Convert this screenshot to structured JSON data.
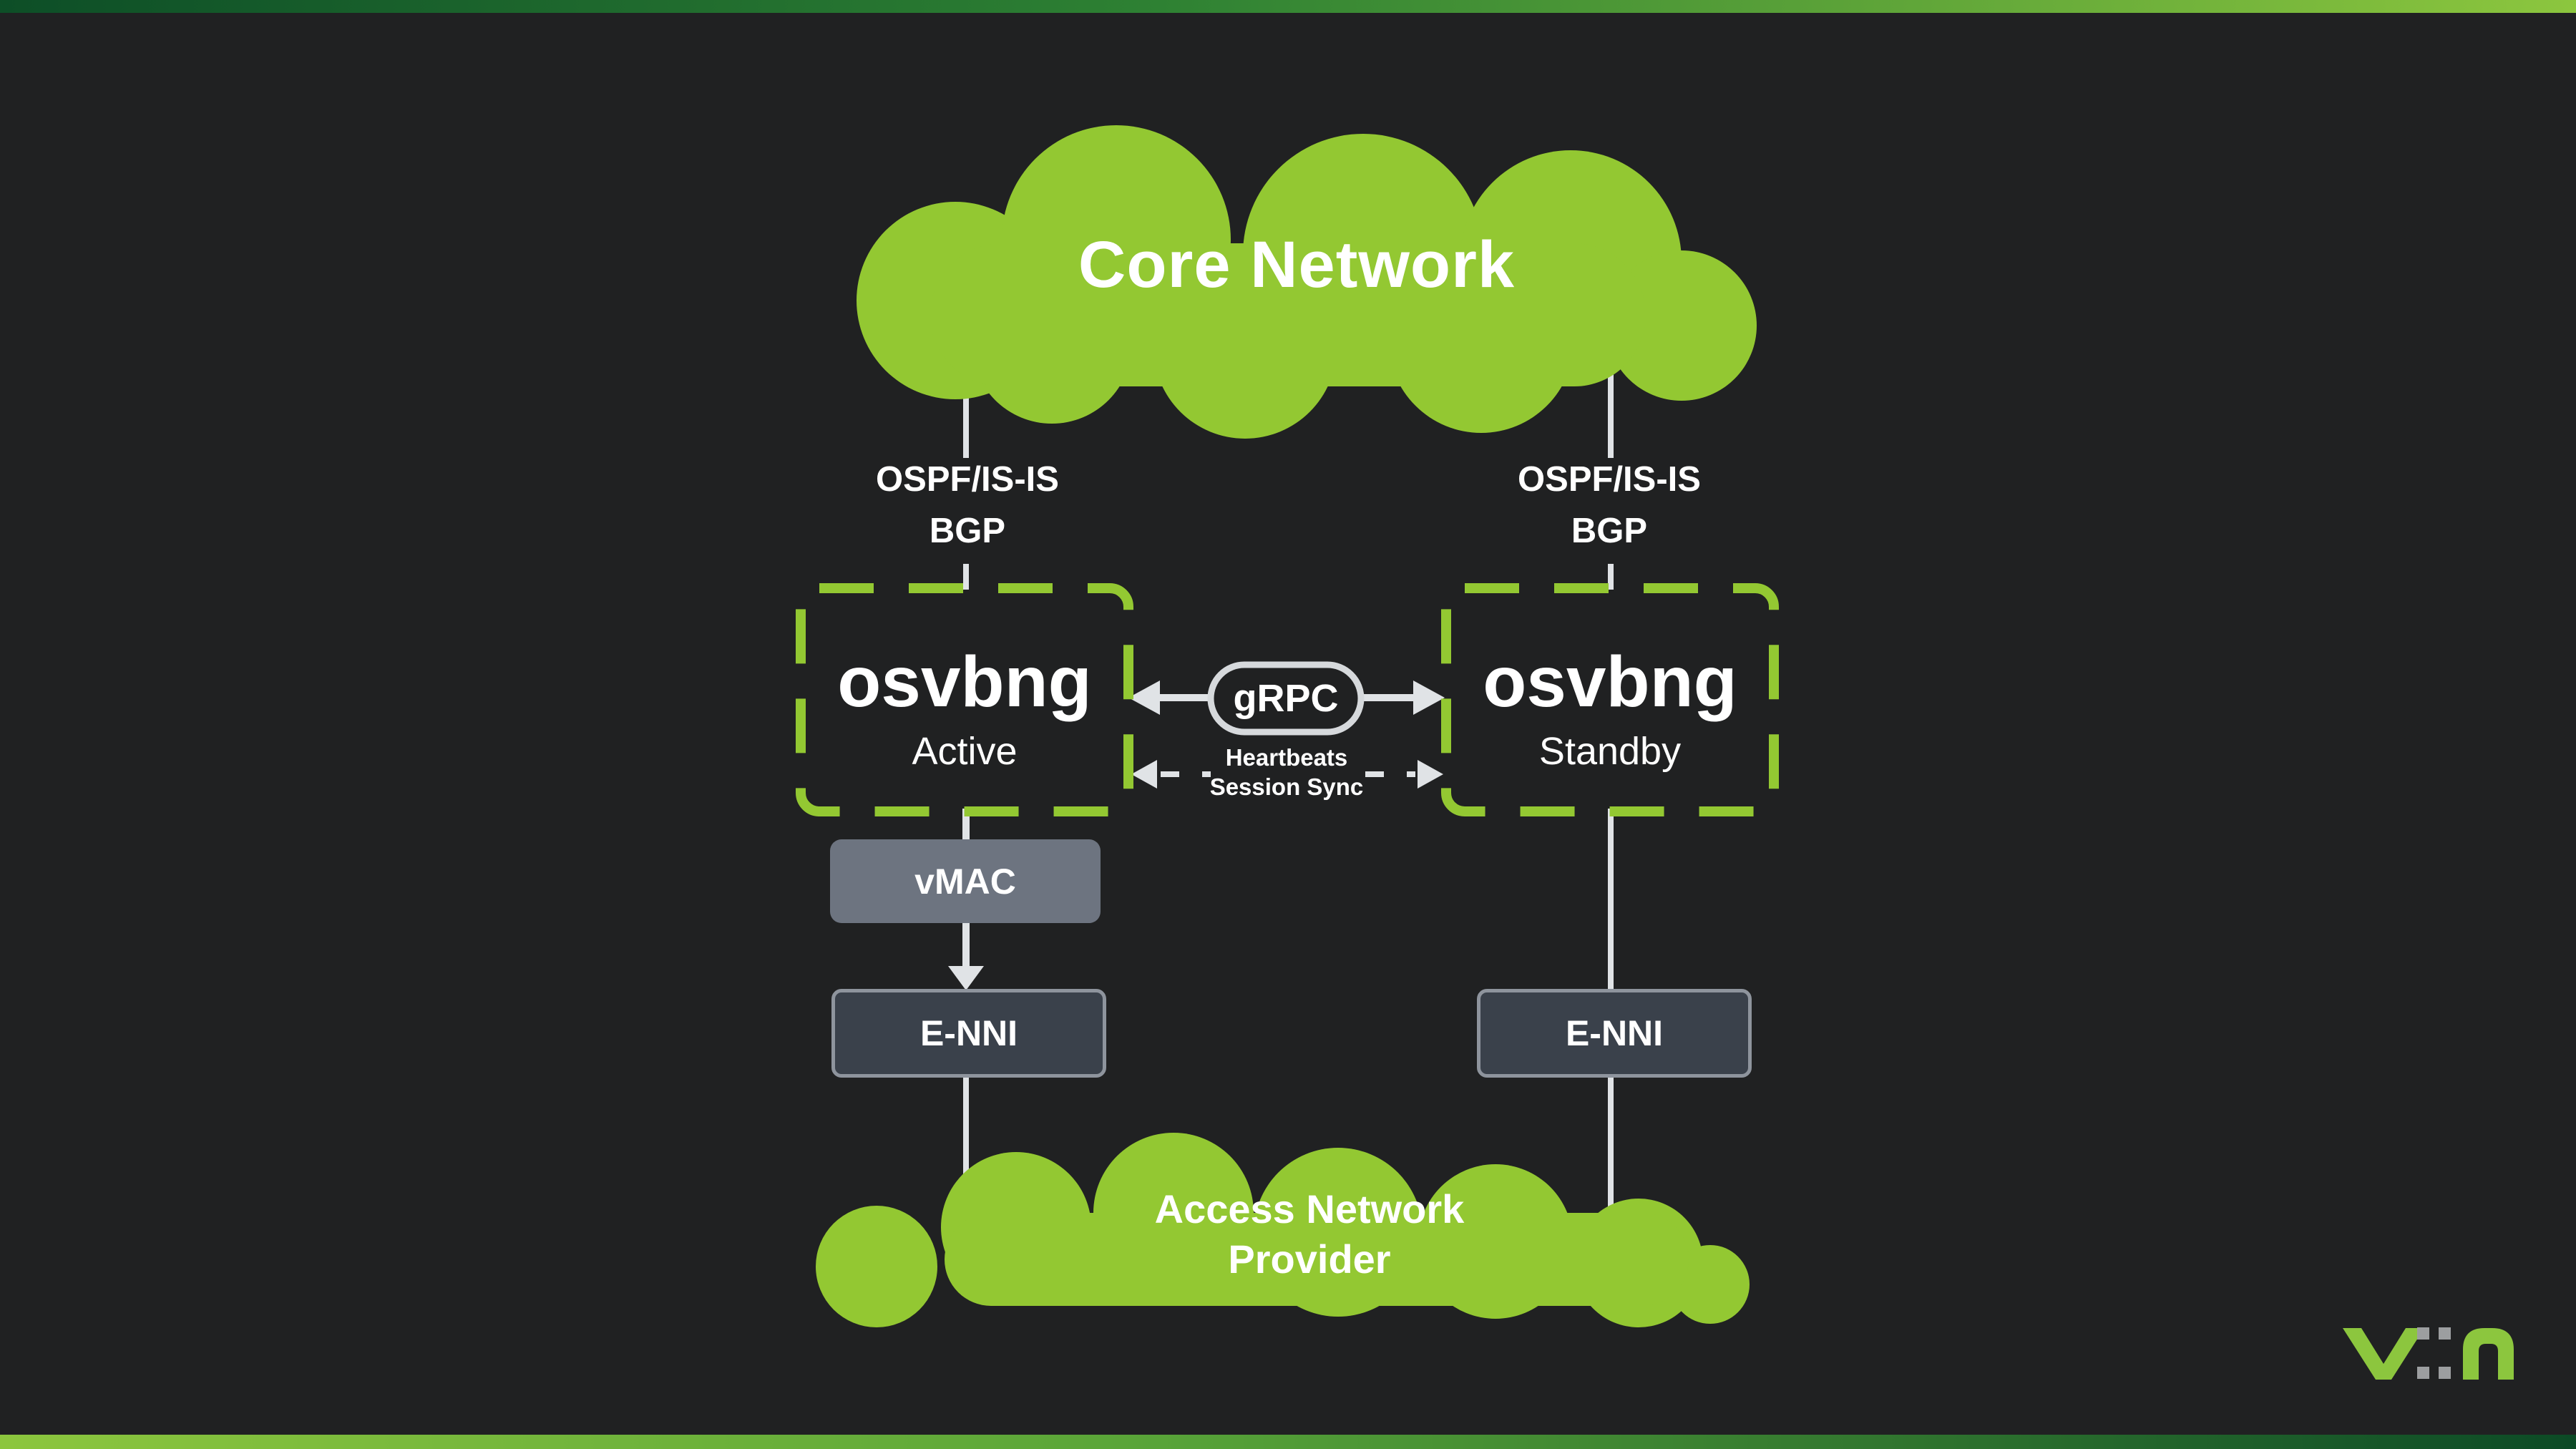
{
  "colors": {
    "background": "#202122",
    "accent_green": "#93c832",
    "connector_gray": "#e0e3e6",
    "pill_border": "#d6d9dc",
    "vmac_fill": "#6d7480",
    "enni_fill": "#3a414b",
    "enni_border": "#8e949d",
    "top_bar_gradient": [
      "#0d4e27",
      "#2e8133",
      "#8cc63e"
    ],
    "bottom_bar_gradient": [
      "#8cc63e",
      "#58a438",
      "#0c4a26"
    ],
    "logo_green": "#8cc63e",
    "logo_gray": "#9c9ea0",
    "text": "#ffffff"
  },
  "clouds": {
    "core": {
      "label": "Core Network"
    },
    "access": {
      "line1": "Access Network",
      "line2": "Provider"
    }
  },
  "left_column": {
    "protocol_line1": "OSPF/IS-IS",
    "protocol_line2": "BGP",
    "node_title": "osvbng",
    "node_state": "Active",
    "vmac_label": "vMAC",
    "enni_label": "E-NNI"
  },
  "right_column": {
    "protocol_line1": "OSPF/IS-IS",
    "protocol_line2": "BGP",
    "node_title": "osvbng",
    "node_state": "Standby",
    "enni_label": "E-NNI"
  },
  "links": {
    "grpc_label": "gRPC",
    "sync_line1": "Heartbeats",
    "sync_line2": "Session Sync"
  }
}
